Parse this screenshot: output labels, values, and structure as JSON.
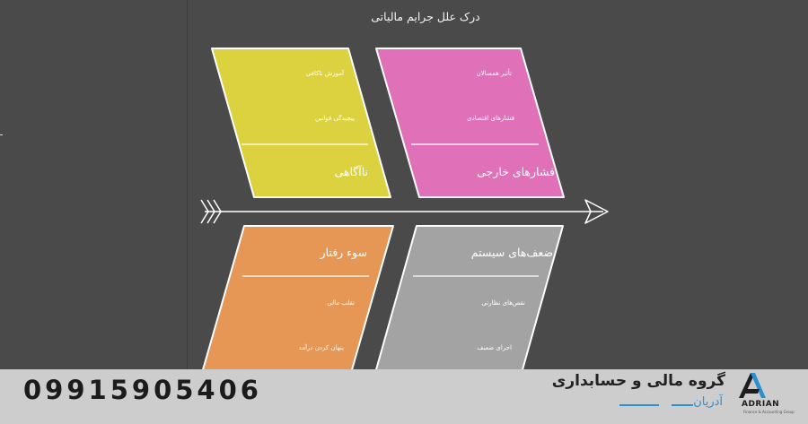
{
  "title": "درک علل جرایم مالیاتی",
  "categories": [
    {
      "name": "ناآگاهی",
      "causes": [
        "آموزش ناکافی",
        "پیچیدگی قوانین"
      ],
      "color": "#dcd13e"
    },
    {
      "name": "فشارهای خارجی",
      "causes": [
        "تأثیر همسالان",
        "فشارهای اقتصادی"
      ],
      "color": "#e070b7"
    },
    {
      "name": "سوء رفتار",
      "causes": [
        "تقلب مالی",
        "پنهان کردن درآمد"
      ],
      "color": "#e69755"
    },
    {
      "name": "ضعف‌های سیستم",
      "causes": [
        "نقص‌های نظارتی",
        "اجرای ضعیف"
      ],
      "color": "#a3a3a3"
    }
  ],
  "footer": {
    "phone": "09915905406",
    "brand": "گروه مالی و حسابداری",
    "brand_sub": "آدریان",
    "logo_text": "ADRIAN",
    "logo_tagline": "Finance & Accounting Group"
  }
}
